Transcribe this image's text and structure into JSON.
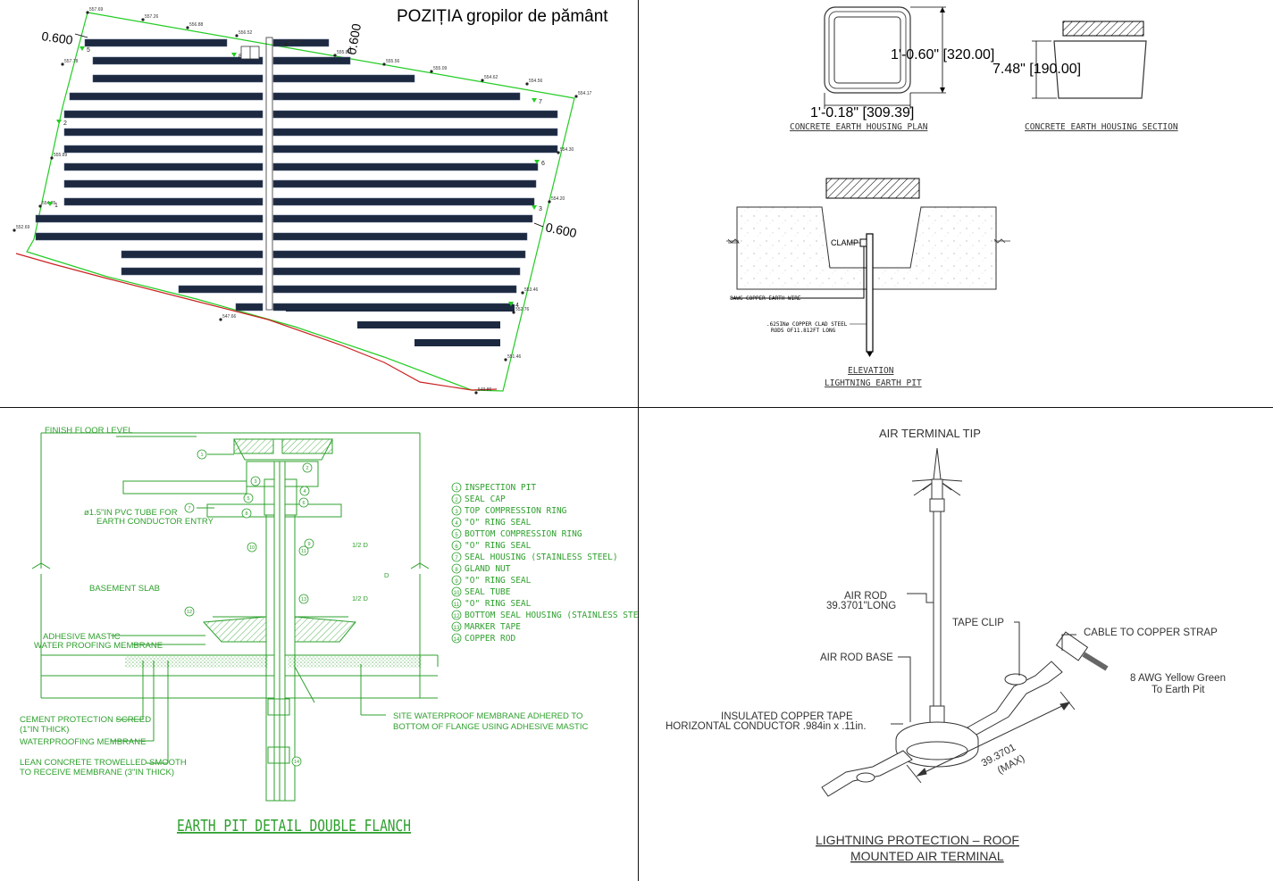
{
  "site_plan": {
    "title": "POZIȚIA gropilor de pământ",
    "offsets": [
      "0.600",
      "0.600",
      "0.600"
    ],
    "pit_labels": [
      "1",
      "2",
      "3",
      "4",
      "5",
      "6",
      "7",
      "8"
    ],
    "elevations": [
      "557.69",
      "557.26",
      "556.88",
      "556.52",
      "556.23",
      "555.81",
      "555.56",
      "555.09",
      "554.62",
      "554.56",
      "554.17",
      "554.30",
      "554.20",
      "553.46",
      "552.76",
      "551.46",
      "549.86",
      "547.66",
      "552.69",
      "554.35",
      "555.89",
      "557.78"
    ],
    "accent_color": "#22cc22",
    "boundary_color": "#cc2222"
  },
  "housing": {
    "plan_height_label": "1'-0.60\" [320.00]",
    "plan_width_label": "1'-0.18\" [309.39]",
    "section_height_label": "7.48\" [190.00]",
    "plan_caption": "CONCRETE EARTH HOUSING PLAN",
    "section_caption": "CONCRETE EARTH HOUSING SECTION",
    "clamp_label": "CLAMP",
    "wire_label": "8AWG COPPER EARTH WIRE",
    "rod_label_1": ".625INø COPPER CLAD STEEL",
    "rod_label_2": "RODS OF11.812FT LONG",
    "elevation_caption": "ELEVATION",
    "pit_caption": "LIGHTNING EARTH PIT"
  },
  "earth_pit": {
    "floor_label": "FINISH FLOOR LEVEL",
    "pvc_label_1": "ø1.5\"IN PVC TUBE FOR",
    "pvc_label_2": "EARTH CONDUCTOR ENTRY",
    "slab_label": "BASEMENT SLAB",
    "half_d_1": "1/2 D",
    "half_d_2": "1/2 D",
    "d_label": "D",
    "mastic_label": "ADHESIVE MASTIC",
    "membrane_label": "WATER PROOFING MEMBRANE",
    "screed_label_1": "CEMENT PROTECTION SCREED",
    "screed_label_2": "(1\"IN THICK)",
    "wp_label": "WATERPROOFING MEMBRANE",
    "lean_label_1": "LEAN CONCRETE TROWELLED SMOOTH",
    "lean_label_2": "TO RECEIVE MEMBRANE (3\"IN THICK)",
    "site_label_1": "SITE WATERPROOF MEMBRANE ADHERED TO",
    "site_label_2": "BOTTOM OF FLANGE USING ADHESIVE MASTIC",
    "title": "EARTH PIT DETAIL DOUBLE FLANCH",
    "legend": [
      {
        "n": "1",
        "text": "INSPECTION PIT"
      },
      {
        "n": "2",
        "text": "SEAL CAP"
      },
      {
        "n": "3",
        "text": "TOP COMPRESSION RING"
      },
      {
        "n": "4",
        "text": "\"O\" RING SEAL"
      },
      {
        "n": "5",
        "text": "BOTTOM COMPRESSION RING"
      },
      {
        "n": "6",
        "text": "\"O\" RING SEAL"
      },
      {
        "n": "7",
        "text": "SEAL HOUSING (STAINLESS STEEL)"
      },
      {
        "n": "8",
        "text": "GLAND NUT"
      },
      {
        "n": "9",
        "text": "\"O\" RING SEAL"
      },
      {
        "n": "10",
        "text": "SEAL TUBE"
      },
      {
        "n": "11",
        "text": "\"O\" RING SEAL"
      },
      {
        "n": "12",
        "text": "BOTTOM SEAL HOUSING (STAINLESS STEEL)"
      },
      {
        "n": "13",
        "text": "MARKER TAPE"
      },
      {
        "n": "14",
        "text": "COPPER ROD"
      }
    ],
    "color": "#2ea02e"
  },
  "air_terminal": {
    "tip_label": "AIR TERMINAL TIP",
    "rod_label_1": "AIR ROD",
    "rod_label_2": "39.3701\"LONG",
    "tape_clip_label": "TAPE CLIP",
    "cable_label": "CABLE TO COPPER STRAP",
    "base_label": "AIR ROD BASE",
    "wire_label_1": "8 AWG Yellow Green",
    "wire_label_2": "To Earth Pit",
    "tape_label_1": "INSULATED COPPER TAPE",
    "tape_label_2": "HORIZONTAL CONDUCTOR .984in x .11in.",
    "dim_label": "39.3701",
    "dim_sub": "(MAX)",
    "title_1": "LIGHTNING PROTECTION – ROOF",
    "title_2": "MOUNTED AIR TERMINAL"
  }
}
